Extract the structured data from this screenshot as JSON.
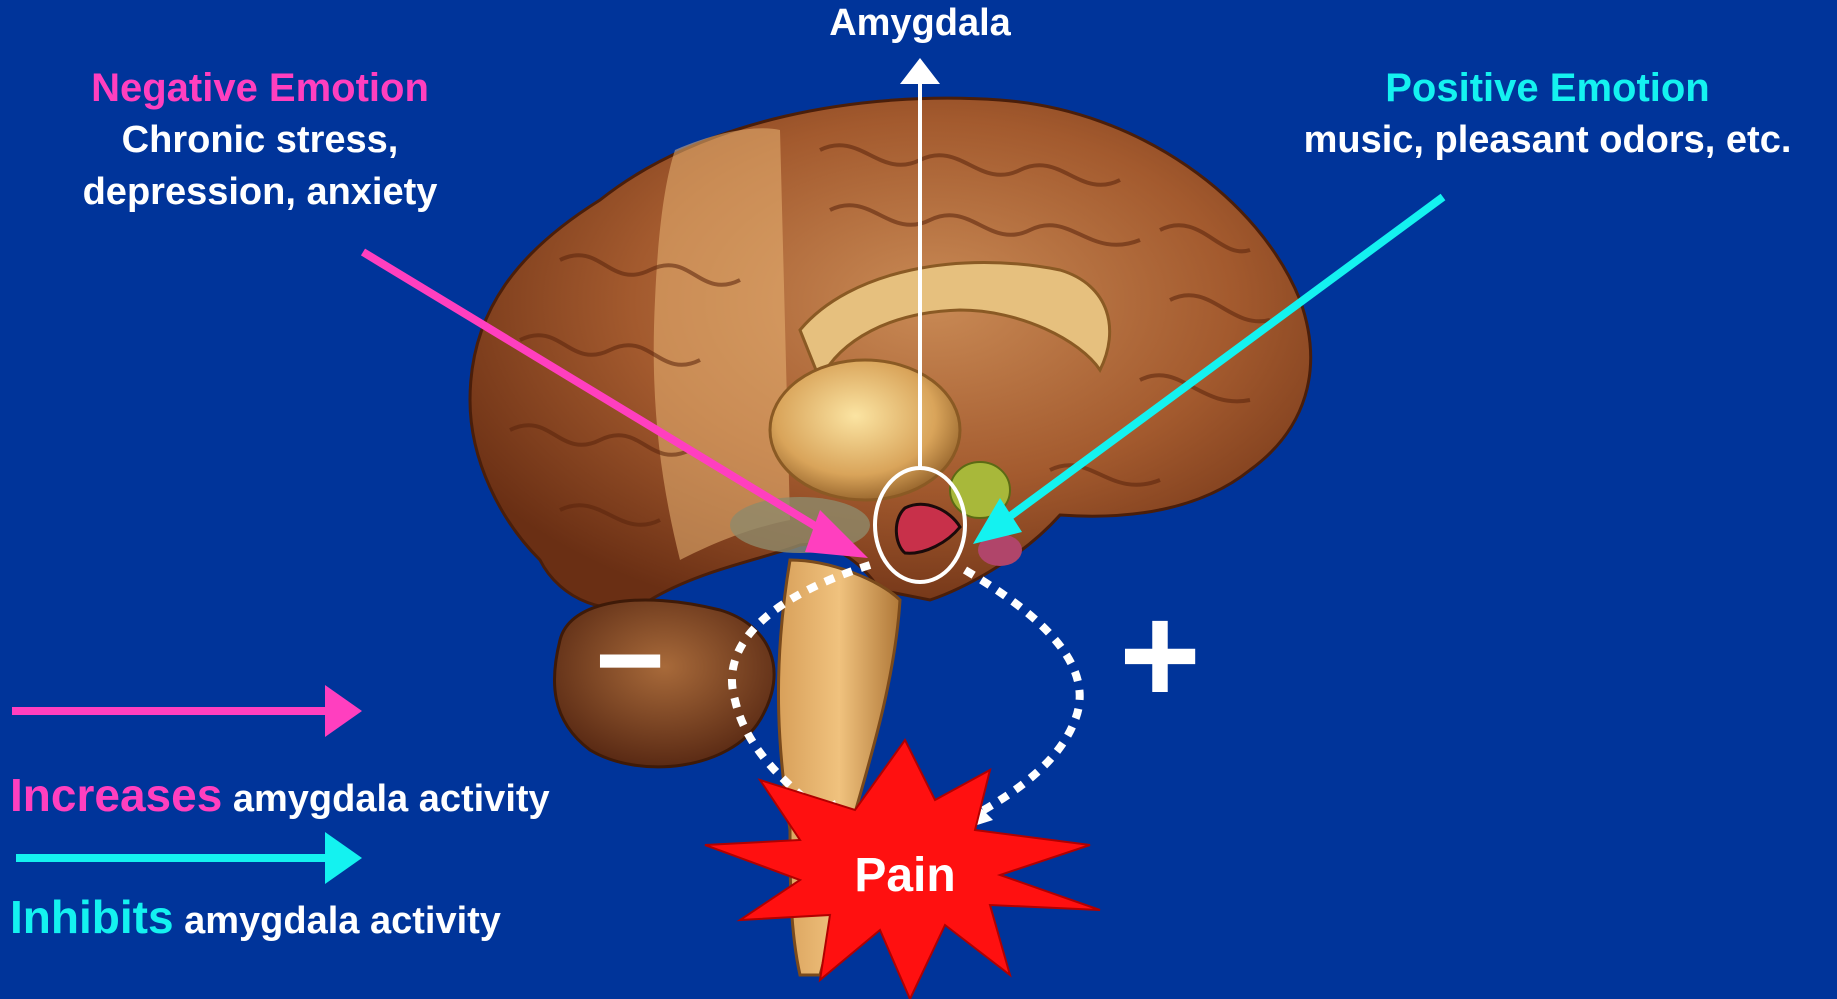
{
  "colors": {
    "background": "#00349A",
    "negative": "#FF3FBF",
    "positive": "#14F2F0",
    "text": "#FFFFFF",
    "pain_burst": "#FF1010"
  },
  "top_label": "Amygdala",
  "negative": {
    "title": "Negative Emotion",
    "line1": "Chronic stress,",
    "line2": "depression, anxiety"
  },
  "positive": {
    "title": "Positive Emotion",
    "line1": "music, pleasant odors, etc."
  },
  "signs": {
    "minus": "−",
    "plus": "+"
  },
  "pain_label": "Pain",
  "legend": {
    "increases_word": "Increases",
    "increases_rest": " amygdala activity",
    "inhibits_word": "Inhibits",
    "inhibits_rest": " amygdala activity"
  },
  "icons": {
    "brain": "brain-illustration",
    "amygdala": "amygdala-icon",
    "pain": "pain-burst-icon"
  }
}
